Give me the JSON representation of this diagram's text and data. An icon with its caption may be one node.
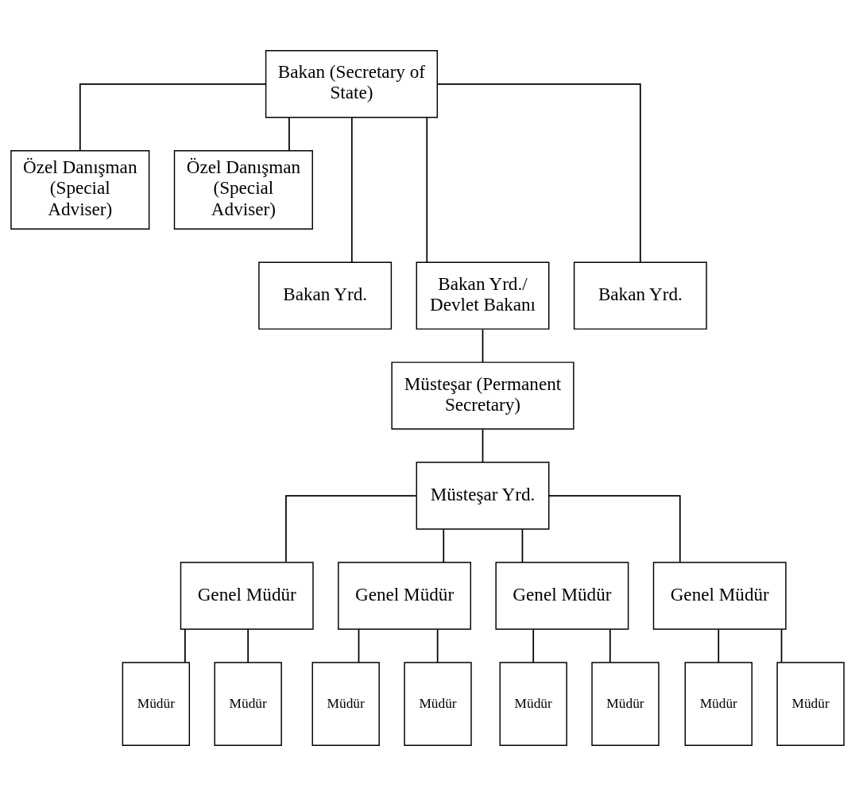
{
  "diagram": {
    "nodes": [
      {
        "text": [
          "Bakan (Secretary of State)"
        ]
      },
      {
        "text": [
          "Özel Danışman (Special Adviser)"
        ]
      },
      {
        "text": [
          "Özel Danışman (Special Adviser)"
        ]
      },
      {
        "text": [
          "Bakan Yrd."
        ]
      },
      {
        "text": [
          "Bakan Yrd./ Devlet Bakanı"
        ]
      },
      {
        "text": [
          "Bakan Yrd."
        ]
      },
      {
        "text": [
          "Müsteşar (Permanent Secretary)"
        ]
      },
      {
        "text": [
          "Müsteşar Yrd."
        ]
      },
      {
        "text": [
          "Genel Müdür"
        ]
      },
      {
        "text": [
          "Genel Müdür"
        ]
      },
      {
        "text": [
          "Genel Müdür"
        ]
      },
      {
        "text": [
          "Genel Müdür"
        ]
      },
      {
        "text": [
          "Müdür"
        ]
      },
      {
        "text": [
          "Müdür"
        ]
      },
      {
        "text": [
          "Müdür"
        ]
      },
      {
        "text": [
          "Müdür"
        ]
      },
      {
        "text": [
          "Müdür"
        ]
      },
      {
        "text": [
          "Müdür"
        ]
      },
      {
        "text": [
          "Müdür"
        ]
      },
      {
        "text": [
          "Müdür"
        ]
      }
    ],
    "edges": [
      {
        "from": 0,
        "to": 1,
        "arrow": "none"
      },
      {
        "from": 0,
        "to": 2,
        "arrow": "none"
      },
      {
        "from": 0,
        "to": 3,
        "arrow": "none"
      },
      {
        "from": 0,
        "to": 4,
        "arrow": "none"
      },
      {
        "from": 0,
        "to": 5,
        "arrow": "none"
      },
      {
        "from": 4,
        "to": 6,
        "arrow": "none"
      },
      {
        "from": 6,
        "to": 7,
        "arrow": "none"
      },
      {
        "from": 7,
        "to": 8,
        "arrow": "none"
      },
      {
        "from": 7,
        "to": 9,
        "arrow": "none"
      },
      {
        "from": 7,
        "to": 10,
        "arrow": "none"
      },
      {
        "from": 7,
        "to": 11,
        "arrow": "none"
      },
      {
        "from": 8,
        "to": 12,
        "arrow": "none"
      },
      {
        "from": 8,
        "to": 13,
        "arrow": "none"
      },
      {
        "from": 9,
        "to": 14,
        "arrow": "none"
      },
      {
        "from": 9,
        "to": 15,
        "arrow": "none"
      },
      {
        "from": 10,
        "to": 16,
        "arrow": "none"
      },
      {
        "from": 10,
        "to": 17,
        "arrow": "none"
      },
      {
        "from": 11,
        "to": 18,
        "arrow": "none"
      },
      {
        "from": 11,
        "to": 19,
        "arrow": "none"
      }
    ]
  }
}
